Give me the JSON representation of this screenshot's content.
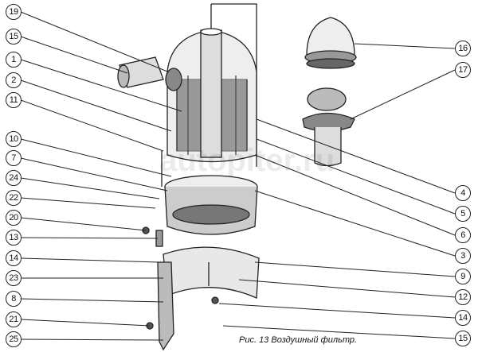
{
  "caption": "Рис. 13 Воздушный фильтр.",
  "watermark": "autopiter.ru",
  "callouts_left": [
    "19",
    "15",
    "1",
    "2",
    "11",
    "10",
    "7",
    "24",
    "22",
    "20",
    "13",
    "14",
    "23",
    "8",
    "21",
    "25"
  ],
  "callouts_right": [
    "16",
    "17",
    "4",
    "5",
    "6",
    "3",
    "9",
    "12",
    "14",
    "15"
  ]
}
